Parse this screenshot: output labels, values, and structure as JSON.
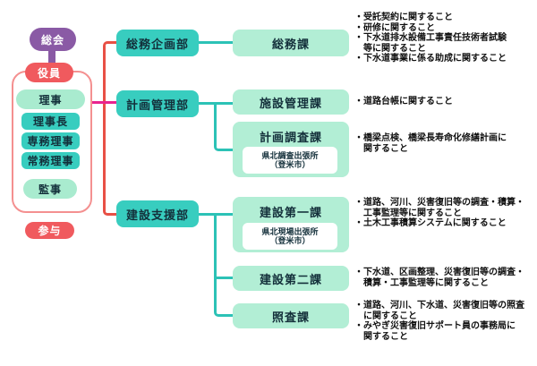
{
  "org": {
    "assembly": {
      "general_meeting": "総会",
      "officers": "役員",
      "advisor": "参与"
    },
    "board_members": [
      "理事",
      "理事長",
      "専務理事",
      "常務理事",
      "監事"
    ],
    "departments": [
      {
        "name": "総務企画部"
      },
      {
        "name": "計画管理部"
      },
      {
        "name": "建設支援部"
      }
    ],
    "sections": [
      {
        "name": "総務課",
        "notes": [
          "受託契約に関すること",
          "研修に関すること",
          "下水道排水設備工事責任技術者試験\n等に関すること",
          "下水道事業に係る助成に関すること"
        ]
      },
      {
        "name": "施設管理課",
        "notes": [
          "道路台帳に関すること"
        ]
      },
      {
        "name": "計画調査課",
        "office": "県北調査出張所\n（登米市）",
        "notes": [
          "橋梁点検、橋梁長寿命化修繕計画に\n関すること"
        ]
      },
      {
        "name": "建設第一課",
        "office": "県北現場出張所\n（登米市）",
        "notes": [
          "道路、河川、災害復旧等の調査・積算・\n工事監理等に関すること",
          "土木工事積算システムに関すること"
        ]
      },
      {
        "name": "建設第二課",
        "notes": [
          "下水道、区画整理、災害復旧等の調査・\n積算・工事監理等に関すること"
        ]
      },
      {
        "name": "照査課",
        "notes": [
          "道路、河川、下水道、災害復旧等の照査\nに関すること",
          "みやぎ災害復旧サポート員の事務局に\n関すること"
        ]
      }
    ]
  },
  "colors": {
    "purple": "#8a5aa5",
    "red_pill": "#f05a5e",
    "frame_border": "#f49090",
    "mint": "#a9ebcf",
    "teal": "#38cdbf",
    "section_mint": "#b2eed5",
    "red_line": "#e85045",
    "magenta_line": "#e9238e",
    "teal_line": "#2cc2b6",
    "text_dark": "#132f3a"
  }
}
